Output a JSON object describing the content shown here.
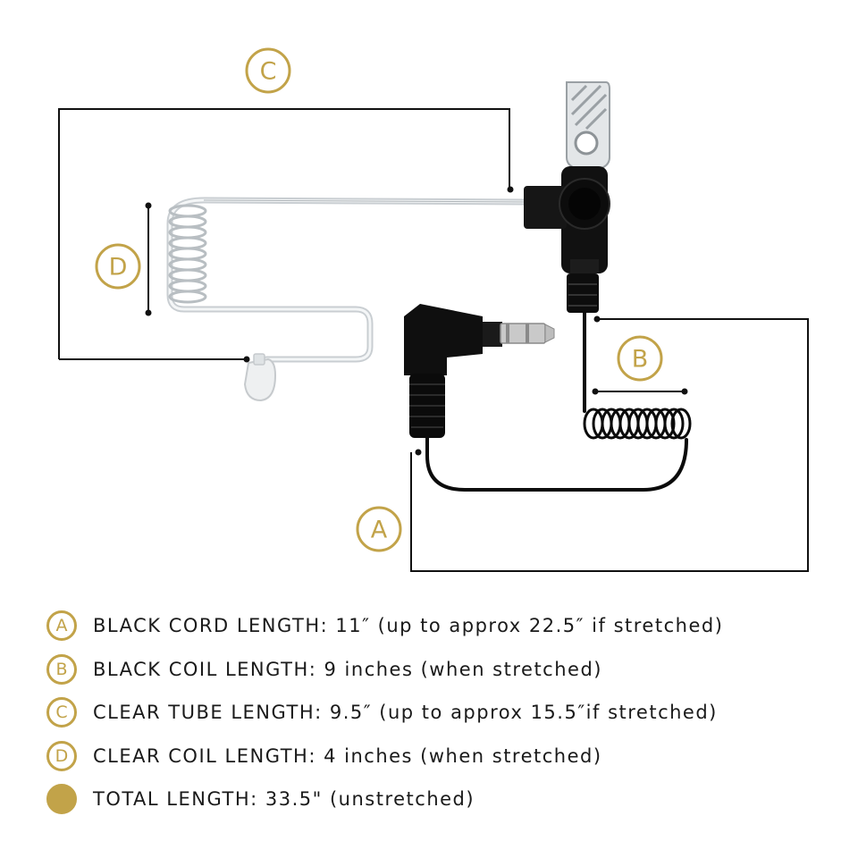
{
  "colors": {
    "accent": "#c2a349",
    "line": "#111111",
    "text": "#1a1a1a",
    "cable": "#0b0b0b",
    "clear_tube": "#d9dde0"
  },
  "diagram": {
    "markers": {
      "a": "A",
      "b": "B",
      "c": "C",
      "d": "D"
    }
  },
  "legend": [
    {
      "marker": "A",
      "text": "BLACK CORD LENGTH: 11″ (up to approx 22.5″ if stretched)"
    },
    {
      "marker": "B",
      "text": "BLACK COIL LENGTH: 9 inches (when stretched)"
    },
    {
      "marker": "C",
      "text": "CLEAR TUBE LENGTH: 9.5″ (up to approx 15.5″if stretched)"
    },
    {
      "marker": "D",
      "text": "CLEAR COIL LENGTH: 4 inches (when stretched)"
    },
    {
      "marker": "",
      "text": "TOTAL LENGTH: 33.5\" (unstretched)"
    }
  ]
}
